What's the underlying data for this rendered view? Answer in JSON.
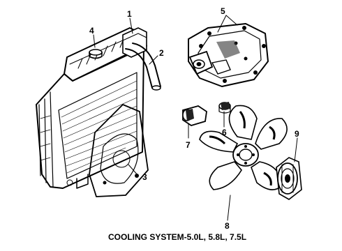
{
  "diagram": {
    "caption": "COOLING SYSTEM-5.0L, 5.8L, 7.5L",
    "callouts": [
      "1",
      "2",
      "3",
      "4",
      "5",
      "6",
      "7",
      "8",
      "9"
    ]
  },
  "parts": [
    {
      "ref": "1",
      "icon": "radiator-tank-icon"
    },
    {
      "ref": "2",
      "icon": "radiator-hose-icon"
    },
    {
      "ref": "3",
      "icon": "fan-shroud-icon"
    },
    {
      "ref": "4",
      "icon": "radiator-cap-icon"
    },
    {
      "ref": "5",
      "icon": "water-pump-icon"
    },
    {
      "ref": "6",
      "icon": "thermostat-icon"
    },
    {
      "ref": "7",
      "icon": "thermostat-housing-icon"
    },
    {
      "ref": "8",
      "icon": "fan-blade-icon"
    },
    {
      "ref": "9",
      "icon": "fan-clutch-icon"
    }
  ]
}
